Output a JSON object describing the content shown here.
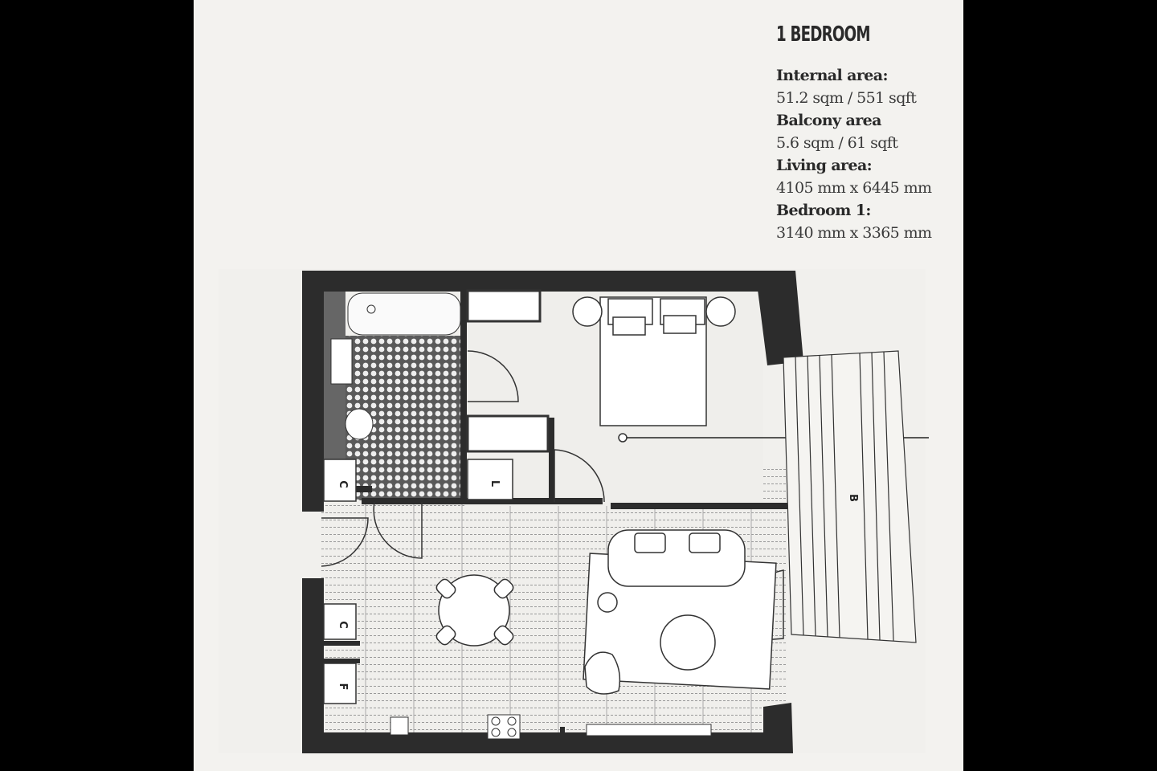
{
  "title": "1 BEDROOM",
  "specs": [
    {
      "label": "Internal area:",
      "value": "51.2 sqm / 551 sqft"
    },
    {
      "label": "Balcony area",
      "value": "5.6 sqm / 61 sqft"
    },
    {
      "label": "Living area:",
      "value": "4105 mm x 6445 mm"
    },
    {
      "label": "Bedroom 1:",
      "value": "3140 mm x 3365 mm"
    }
  ],
  "plan_labels": {
    "cupboard_1": "C",
    "linen": "L",
    "cupboard_2": "C",
    "fridge": "F",
    "balcony": "B"
  }
}
